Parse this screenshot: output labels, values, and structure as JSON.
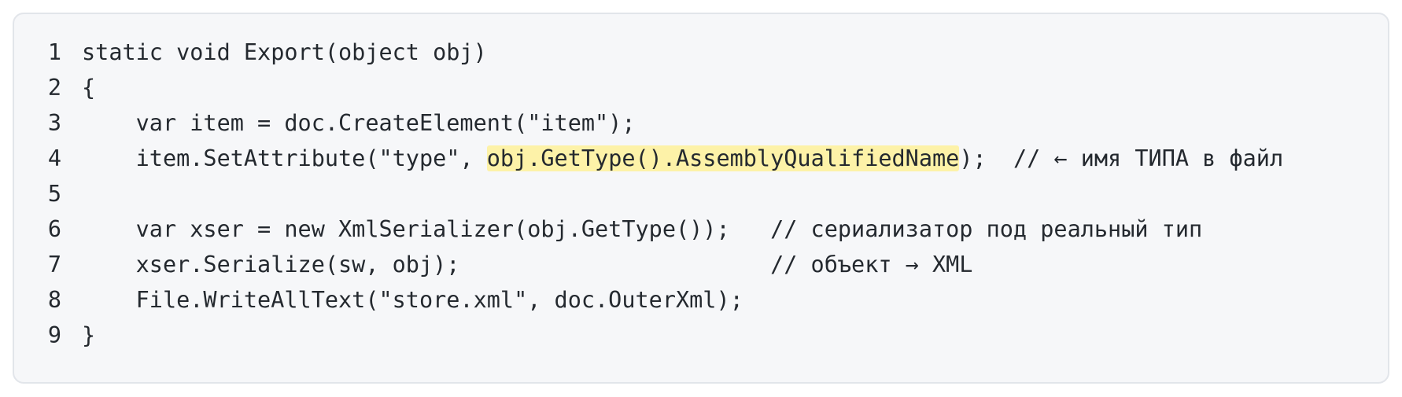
{
  "code": {
    "lines": [
      {
        "number": "1",
        "pre": "static void Export(object obj)",
        "mark": "",
        "post": ""
      },
      {
        "number": "2",
        "pre": "{",
        "mark": "",
        "post": ""
      },
      {
        "number": "3",
        "pre": "    var item = doc.CreateElement(\"item\");",
        "mark": "",
        "post": ""
      },
      {
        "number": "4",
        "pre": "    item.SetAttribute(\"type\", ",
        "mark": "obj.GetType().AssemblyQualifiedName",
        "post": ");  // ← имя ТИПА в файл"
      },
      {
        "number": "5",
        "pre": "",
        "mark": "",
        "post": ""
      },
      {
        "number": "6",
        "pre": "    var xser = new XmlSerializer(obj.GetType());   // сериализатор под реальный тип",
        "mark": "",
        "post": ""
      },
      {
        "number": "7",
        "pre": "    xser.Serialize(sw, obj);                       // объект → XML",
        "mark": "",
        "post": ""
      },
      {
        "number": "8",
        "pre": "    File.WriteAllText(\"store.xml\", doc.OuterXml);",
        "mark": "",
        "post": ""
      },
      {
        "number": "9",
        "pre": "}",
        "mark": "",
        "post": ""
      }
    ]
  },
  "colors": {
    "panel_background": "#f6f7f9",
    "panel_border": "#e2e5ea",
    "highlight": "#fdf2a8",
    "text": "#24292f"
  }
}
